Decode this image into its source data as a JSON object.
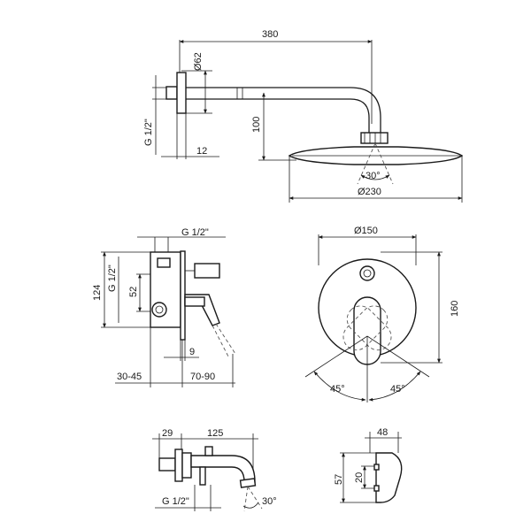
{
  "shower_arm": {
    "length": "380",
    "flange_diameter": "Ø62",
    "thread": "G 1/2\"",
    "flange_depth": "12",
    "drop": "100",
    "angle": "30°",
    "head_diameter": "Ø230"
  },
  "mixer_body": {
    "thread": "G 1/2\"",
    "thread_side": "G 1/2\"",
    "height": "124",
    "center_offset": "52",
    "plate_gap": "9",
    "wall_depth": "30-45",
    "projection": "70-90"
  },
  "cover_plate": {
    "diameter": "Ø150",
    "height": "160",
    "rotation_left": "45°",
    "rotation_right": "45°"
  },
  "spout": {
    "offset": "29",
    "length": "125",
    "thread": "G 1/2\"",
    "angle": "30°"
  },
  "wall_bracket": {
    "width": "48",
    "height": "57",
    "inner_height": "20"
  }
}
